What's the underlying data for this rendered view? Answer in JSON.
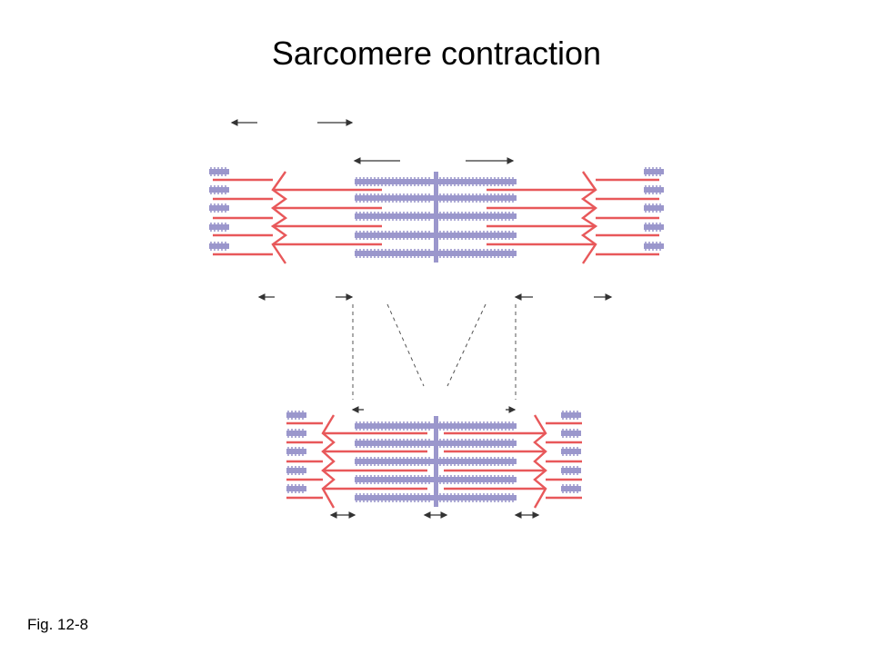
{
  "slide": {
    "title": "Sarcomere contraction",
    "figure_label": "Fig. 12-8"
  },
  "diagram": {
    "panels": [
      "relaxed-sarcomere",
      "contracted-sarcomere"
    ],
    "filaments": {
      "thin": {
        "name": "thin filament",
        "color": "#e8585a"
      },
      "thick": {
        "name": "thick filament",
        "color": "#9b97cc"
      },
      "rows_per_half": 5
    },
    "arrow_color": "#333333",
    "guide_line_color": "#555555"
  }
}
